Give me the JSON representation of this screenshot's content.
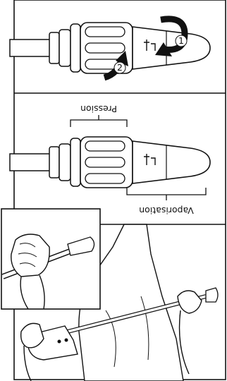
{
  "panel_top": {
    "arrow_1_number": "1",
    "arrow_2_number": "2"
  },
  "panel_middle": {
    "label_pressure": "Pression",
    "label_spray": "Vaporisation"
  },
  "panel_bottom": {}
}
